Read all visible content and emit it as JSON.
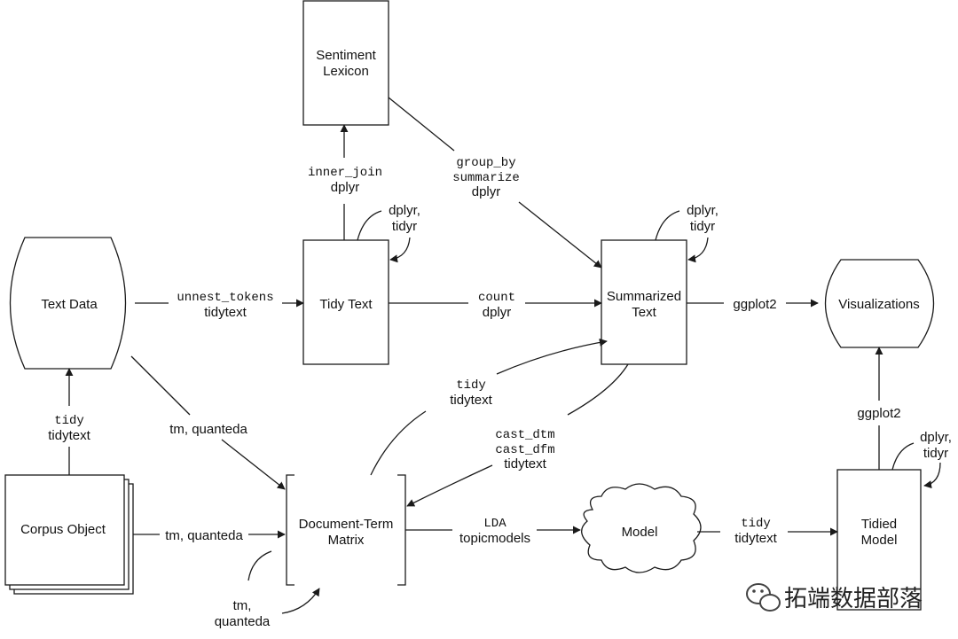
{
  "nodes": {
    "text_data": "Text Data",
    "sentiment_lexicon": [
      "Sentiment",
      "Lexicon"
    ],
    "tidy_text": "Tidy Text",
    "summarized_text": [
      "Summarized",
      "Text"
    ],
    "visualizations": "Visualizations",
    "corpus_object": "Corpus Object",
    "document_term_matrix": [
      "Document-Term",
      "Matrix"
    ],
    "model": "Model",
    "tidied_model": [
      "Tidied",
      "Model"
    ]
  },
  "edges": {
    "unnest_tokens": {
      "code": "unnest_tokens",
      "pkg": "tidytext"
    },
    "inner_join": {
      "code": "inner_join",
      "pkg": "dplyr"
    },
    "group_by": {
      "code1": "group_by",
      "code2": "summarize",
      "pkg": "dplyr"
    },
    "tidy_text_loop": [
      "dplyr,",
      "tidyr"
    ],
    "summarized_loop": [
      "dplyr,",
      "tidyr"
    ],
    "count": {
      "code": "count",
      "pkg": "dplyr"
    },
    "ggplot2_right": "ggplot2",
    "ggplot2_up": "ggplot2",
    "tidied_loop": [
      "dplyr,",
      "tidyr"
    ],
    "tidy_corpus": {
      "code": "tidy",
      "pkg": "tidytext"
    },
    "tm_quanteda_diag": "tm, quanteda",
    "tm_quanteda_corpus": "tm, quanteda",
    "tidy_dtm": {
      "code": "tidy",
      "pkg": "tidytext"
    },
    "cast": {
      "code1": "cast_dtm",
      "code2": "cast_dfm",
      "pkg": "tidytext"
    },
    "lda": {
      "code": "LDA",
      "pkg": "topicmodels"
    },
    "tidy_model": {
      "code": "tidy",
      "pkg": "tidytext"
    },
    "dtm_loop": [
      "tm,",
      "quanteda"
    ]
  },
  "watermark": {
    "text": "拓端数据部落"
  }
}
